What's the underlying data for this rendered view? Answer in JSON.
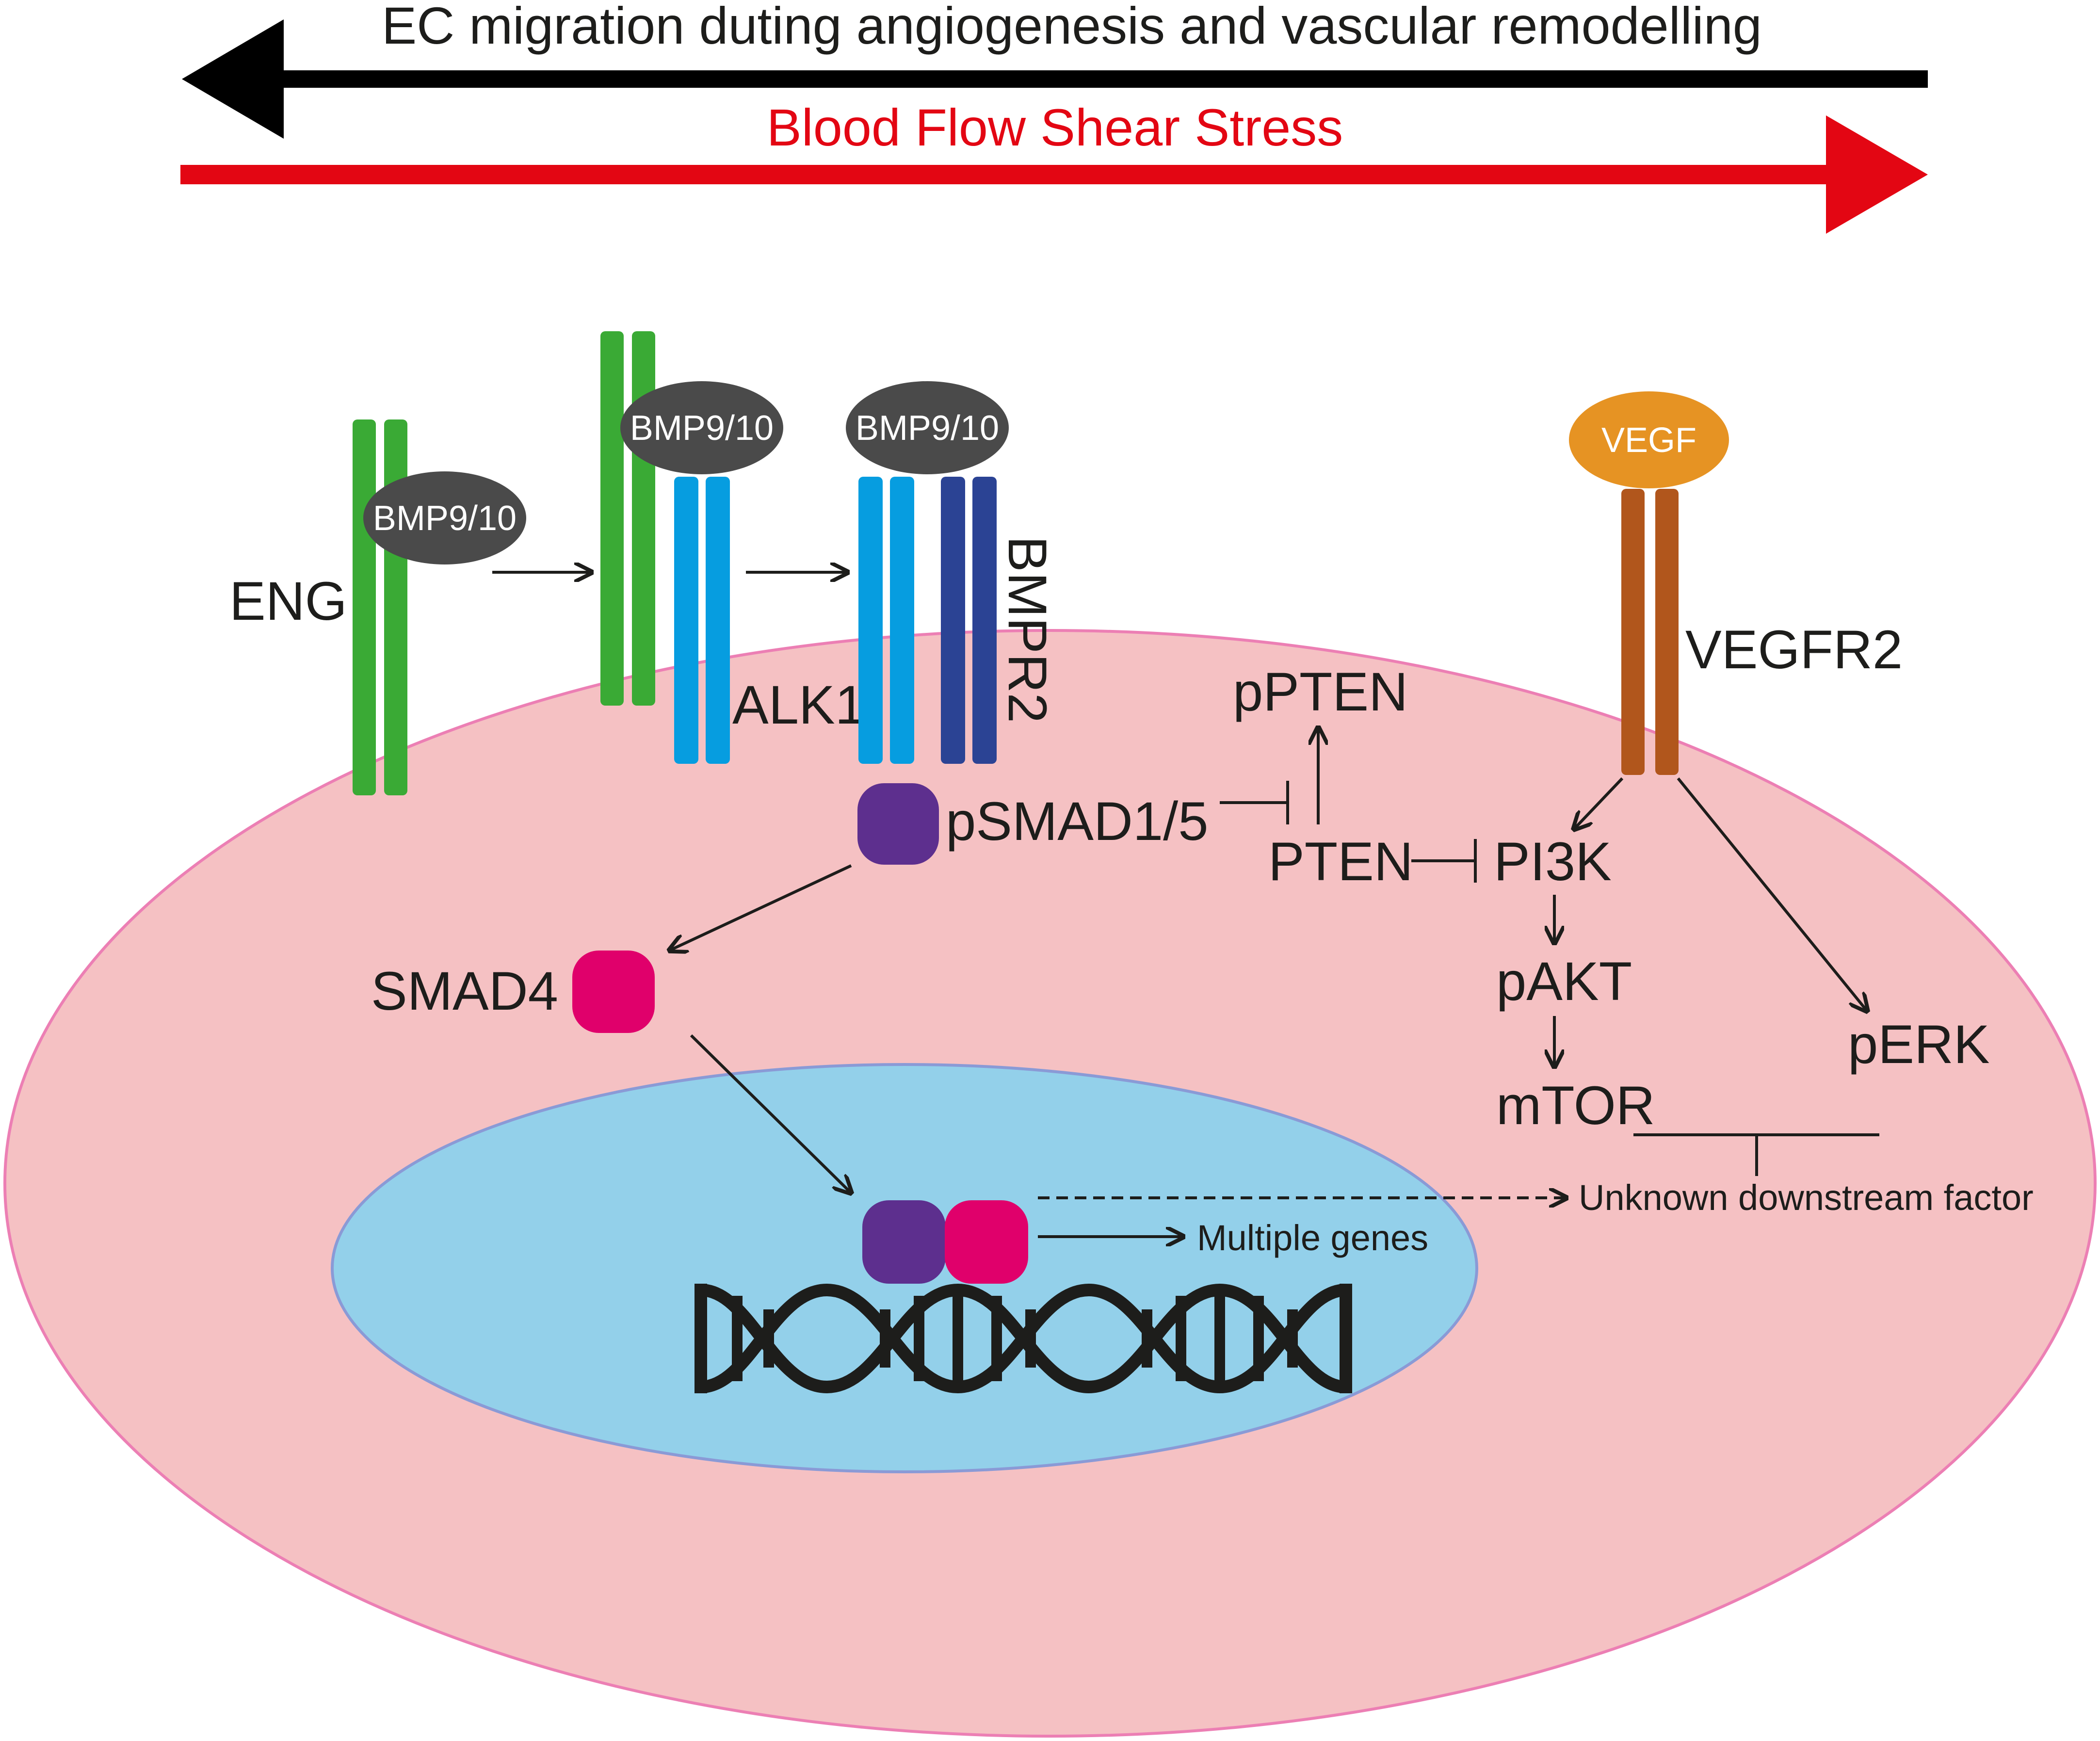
{
  "banner": {
    "migration_text": "EC migration duting angiogenesis and vascular remodelling",
    "shear_text": "Blood Flow Shear Stress",
    "migration_color": "#000000",
    "shear_color": "#e30613"
  },
  "receptors": {
    "eng": "ENG",
    "alk1": "ALK1",
    "bmpr2": "BMPR2",
    "vegfr2": "VEGFR2"
  },
  "ligands": {
    "bmp_1": "BMP9/10",
    "bmp_2": "BMP9/10",
    "bmp_3": "BMP9/10",
    "vegf": "VEGF"
  },
  "pathway": {
    "psmad": "pSMAD1/5",
    "smad4": "SMAD4",
    "pten": "PTEN",
    "ppten": "pPTEN",
    "pi3k": "PI3K",
    "pakt": "pAKT",
    "mtor": "mTOR",
    "perk": "pERK",
    "unknown": "Unknown downstream factor",
    "genes": "Multiple genes"
  },
  "colors": {
    "cell": "#f5c1c3",
    "cell_border": "#ec7fb4",
    "nucleus": "#93d0ea",
    "nucleus_border": "#8a9ad6",
    "eng": "#3aaa35",
    "alk1": "#069de0",
    "bmpr2": "#2b4394",
    "vegfr2": "#b1561c",
    "ligand": "#4a4a4a",
    "vegf": "#e69323",
    "psmad": "#5d2f8e",
    "smad4": "#e0006b"
  }
}
